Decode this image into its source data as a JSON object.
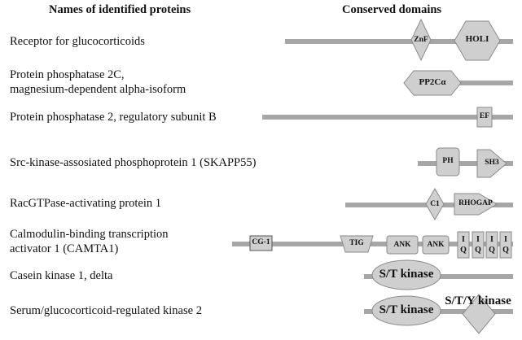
{
  "headers": {
    "names": "Names of identified proteins",
    "domains": "Conserved domains"
  },
  "proteins": [
    {
      "name": [
        "Receptor for glucocorticoids"
      ],
      "domains": [
        "ZnF",
        "HOLI"
      ]
    },
    {
      "name": [
        "Protein phosphatase 2C,",
        "magnesium-dependent alpha-isoform"
      ],
      "domains": [
        "PP2Cα"
      ]
    },
    {
      "name": [
        "Protein phosphatase 2, regulatory subunit B"
      ],
      "domains": [
        "EF"
      ]
    },
    {
      "name": [
        "Src-kinase-assosiated phosphoprotein 1 (SKAPP55)"
      ],
      "domains": [
        "PH",
        "SH3"
      ]
    },
    {
      "name": [
        "RacGTPase-activating protein 1"
      ],
      "domains": [
        "C1",
        "RHOGAP"
      ]
    },
    {
      "name": [
        "Calmodulin-binding transcription",
        "activator 1 (CAMTA1)"
      ],
      "domains": [
        "CG-1",
        "TIG",
        "ANK",
        "ANK",
        "I Q",
        "I Q",
        "I Q",
        "I Q"
      ]
    },
    {
      "name": [
        "Casein kinase 1, delta"
      ],
      "domains": [
        "S/T kinase"
      ]
    },
    {
      "name": [
        "Serum/glucocorticoid-regulated kinase 2"
      ],
      "domains": [
        "S/T kinase",
        "S/T/Y kinase"
      ]
    }
  ],
  "colors": {
    "backbone": "#a6a6a6",
    "domain_fill": "#cfcfcf",
    "domain_stroke": "#8a8a8a"
  }
}
